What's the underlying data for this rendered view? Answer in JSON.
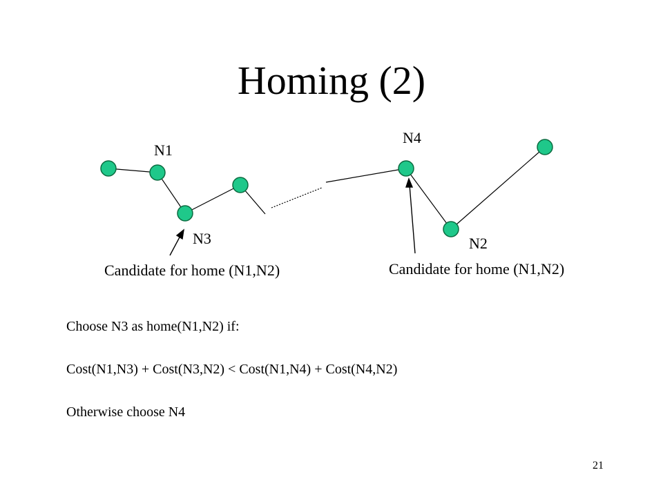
{
  "slide": {
    "title": "Homing (2)",
    "page_number": "21"
  },
  "diagram": {
    "node_labels": {
      "n1": "N1",
      "n2": "N2",
      "n3": "N3",
      "n4": "N4"
    },
    "captions": {
      "left": "Candidate for home (N1,N2)",
      "right": "Candidate for home (N1,N2)"
    },
    "node_color": "#1fc88a",
    "node_stroke": "#0b6b40"
  },
  "text": {
    "line1": "Choose N3 as home(N1,N2) if:",
    "line2": "Cost(N1,N3) + Cost(N3,N2) < Cost(N1,N4) + Cost(N4,N2)",
    "line3": "Otherwise choose N4"
  }
}
